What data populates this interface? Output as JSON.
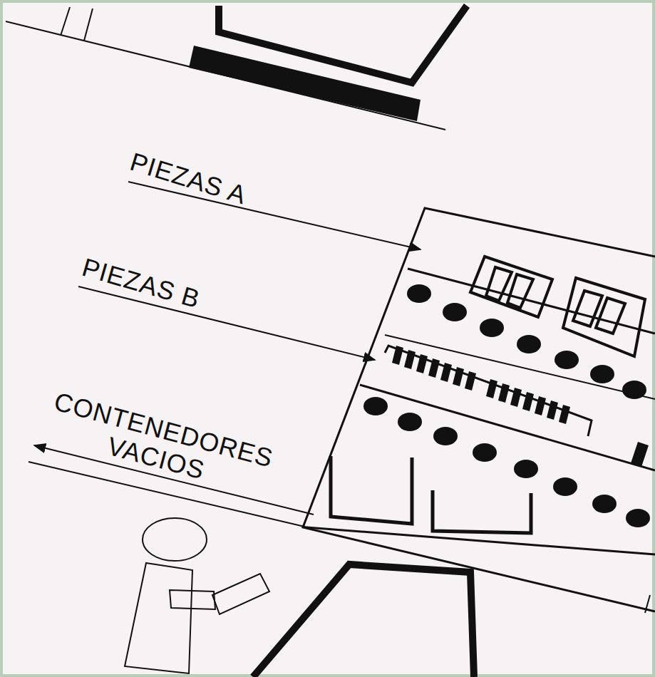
{
  "diagram": {
    "labels": [
      "PIEZAS A",
      "PIEZAS B",
      "CONTENEDORES VACIOS"
    ]
  }
}
